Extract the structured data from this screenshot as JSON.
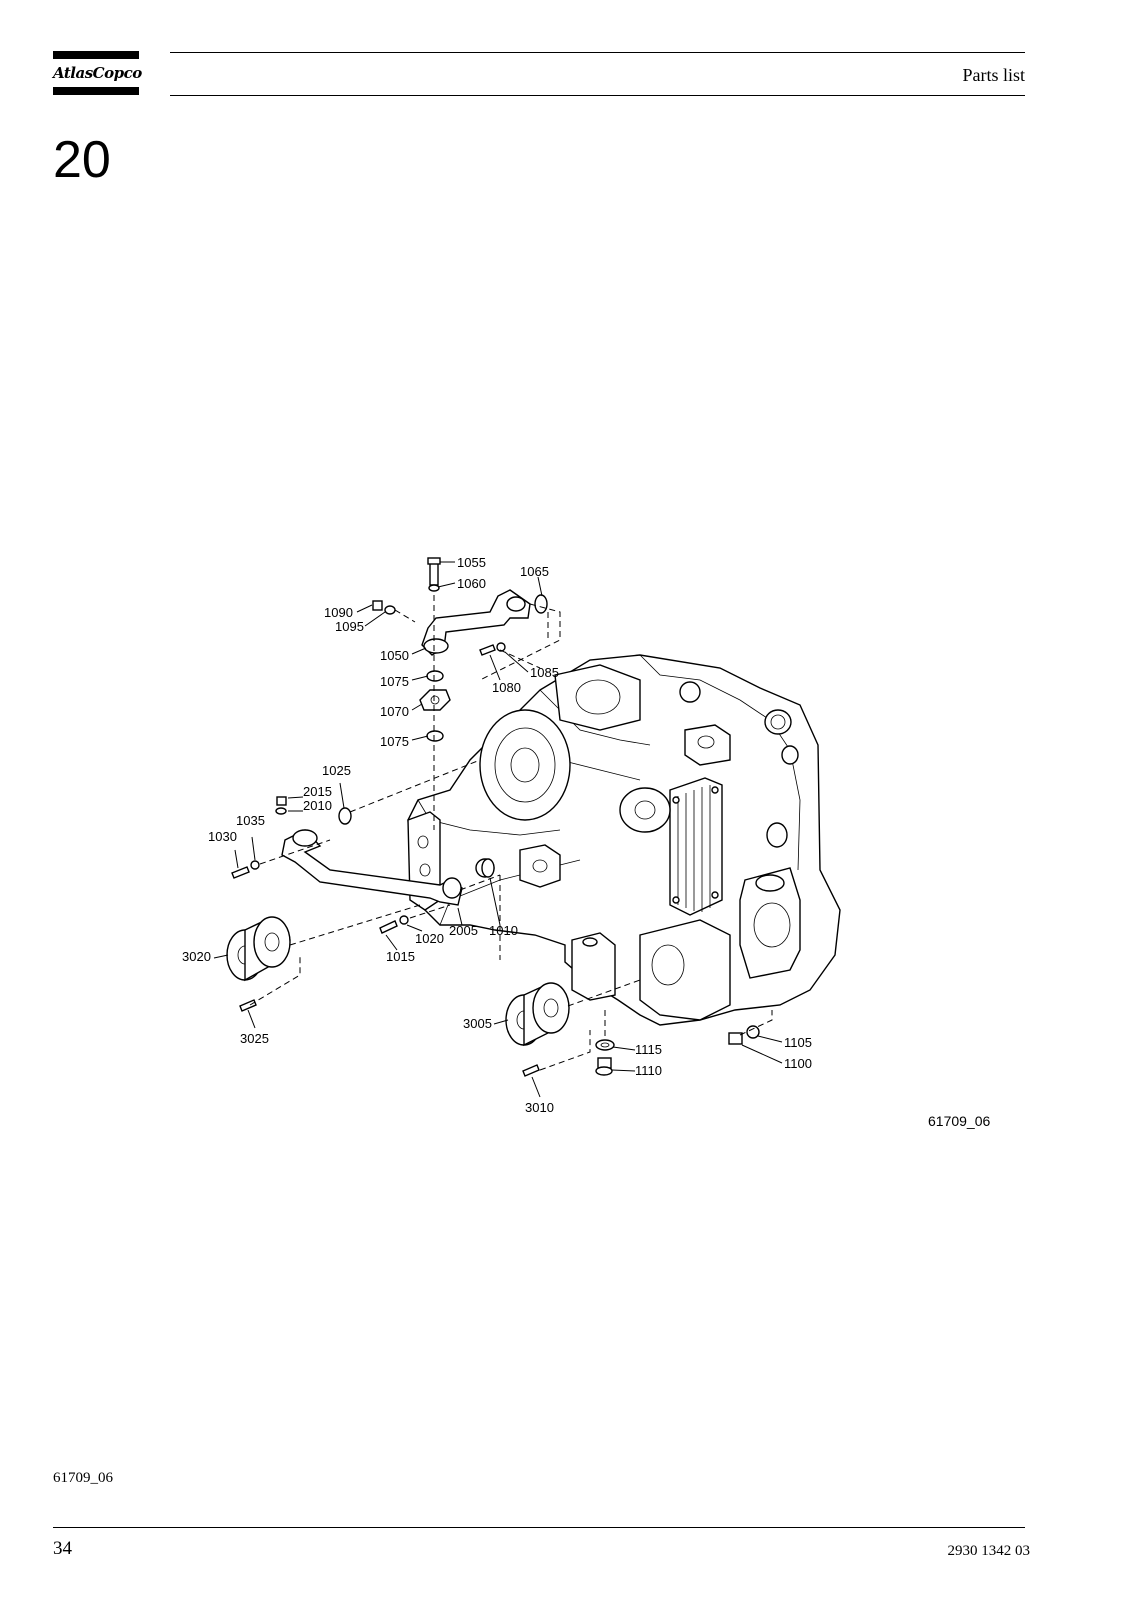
{
  "brand": {
    "logo_text": "AtlasCopco"
  },
  "header": {
    "section_title": "Parts list"
  },
  "section_number": "20",
  "figure": {
    "drawing_ref": "61709_06",
    "callouts": [
      {
        "id": "c1055",
        "text": "1055"
      },
      {
        "id": "c1060",
        "text": "1060"
      },
      {
        "id": "c1065",
        "text": "1065"
      },
      {
        "id": "c1090",
        "text": "1090"
      },
      {
        "id": "c1095",
        "text": "1095"
      },
      {
        "id": "c1050",
        "text": "1050"
      },
      {
        "id": "c1085",
        "text": "1085"
      },
      {
        "id": "c1075a",
        "text": "1075"
      },
      {
        "id": "c1080",
        "text": "1080"
      },
      {
        "id": "c1070",
        "text": "1070"
      },
      {
        "id": "c1075b",
        "text": "1075"
      },
      {
        "id": "c1025",
        "text": "1025"
      },
      {
        "id": "c2015",
        "text": "2015"
      },
      {
        "id": "c2010",
        "text": "2010"
      },
      {
        "id": "c1035",
        "text": "1035"
      },
      {
        "id": "c1030",
        "text": "1030"
      },
      {
        "id": "c1020",
        "text": "1020"
      },
      {
        "id": "c2005",
        "text": "2005"
      },
      {
        "id": "c1010",
        "text": "1010"
      },
      {
        "id": "c1015",
        "text": "1015"
      },
      {
        "id": "c3020",
        "text": "3020"
      },
      {
        "id": "c3025",
        "text": "3025"
      },
      {
        "id": "c3005",
        "text": "3005"
      },
      {
        "id": "c1115",
        "text": "1115"
      },
      {
        "id": "c1110",
        "text": "1110"
      },
      {
        "id": "c1105",
        "text": "1105"
      },
      {
        "id": "c1100",
        "text": "1100"
      },
      {
        "id": "c3010",
        "text": "3010"
      }
    ]
  },
  "footer": {
    "figure_ref": "61709_06",
    "page_number": "34",
    "document_number": "2930 1342 03"
  }
}
